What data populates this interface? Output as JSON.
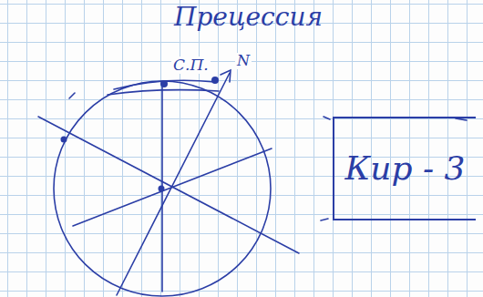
{
  "diagram": {
    "title": "Прецессия",
    "nodes": [
      {
        "text": [
          "Кир - 3"
        ]
      }
    ],
    "labels": [
      "С.П.",
      "N"
    ]
  }
}
